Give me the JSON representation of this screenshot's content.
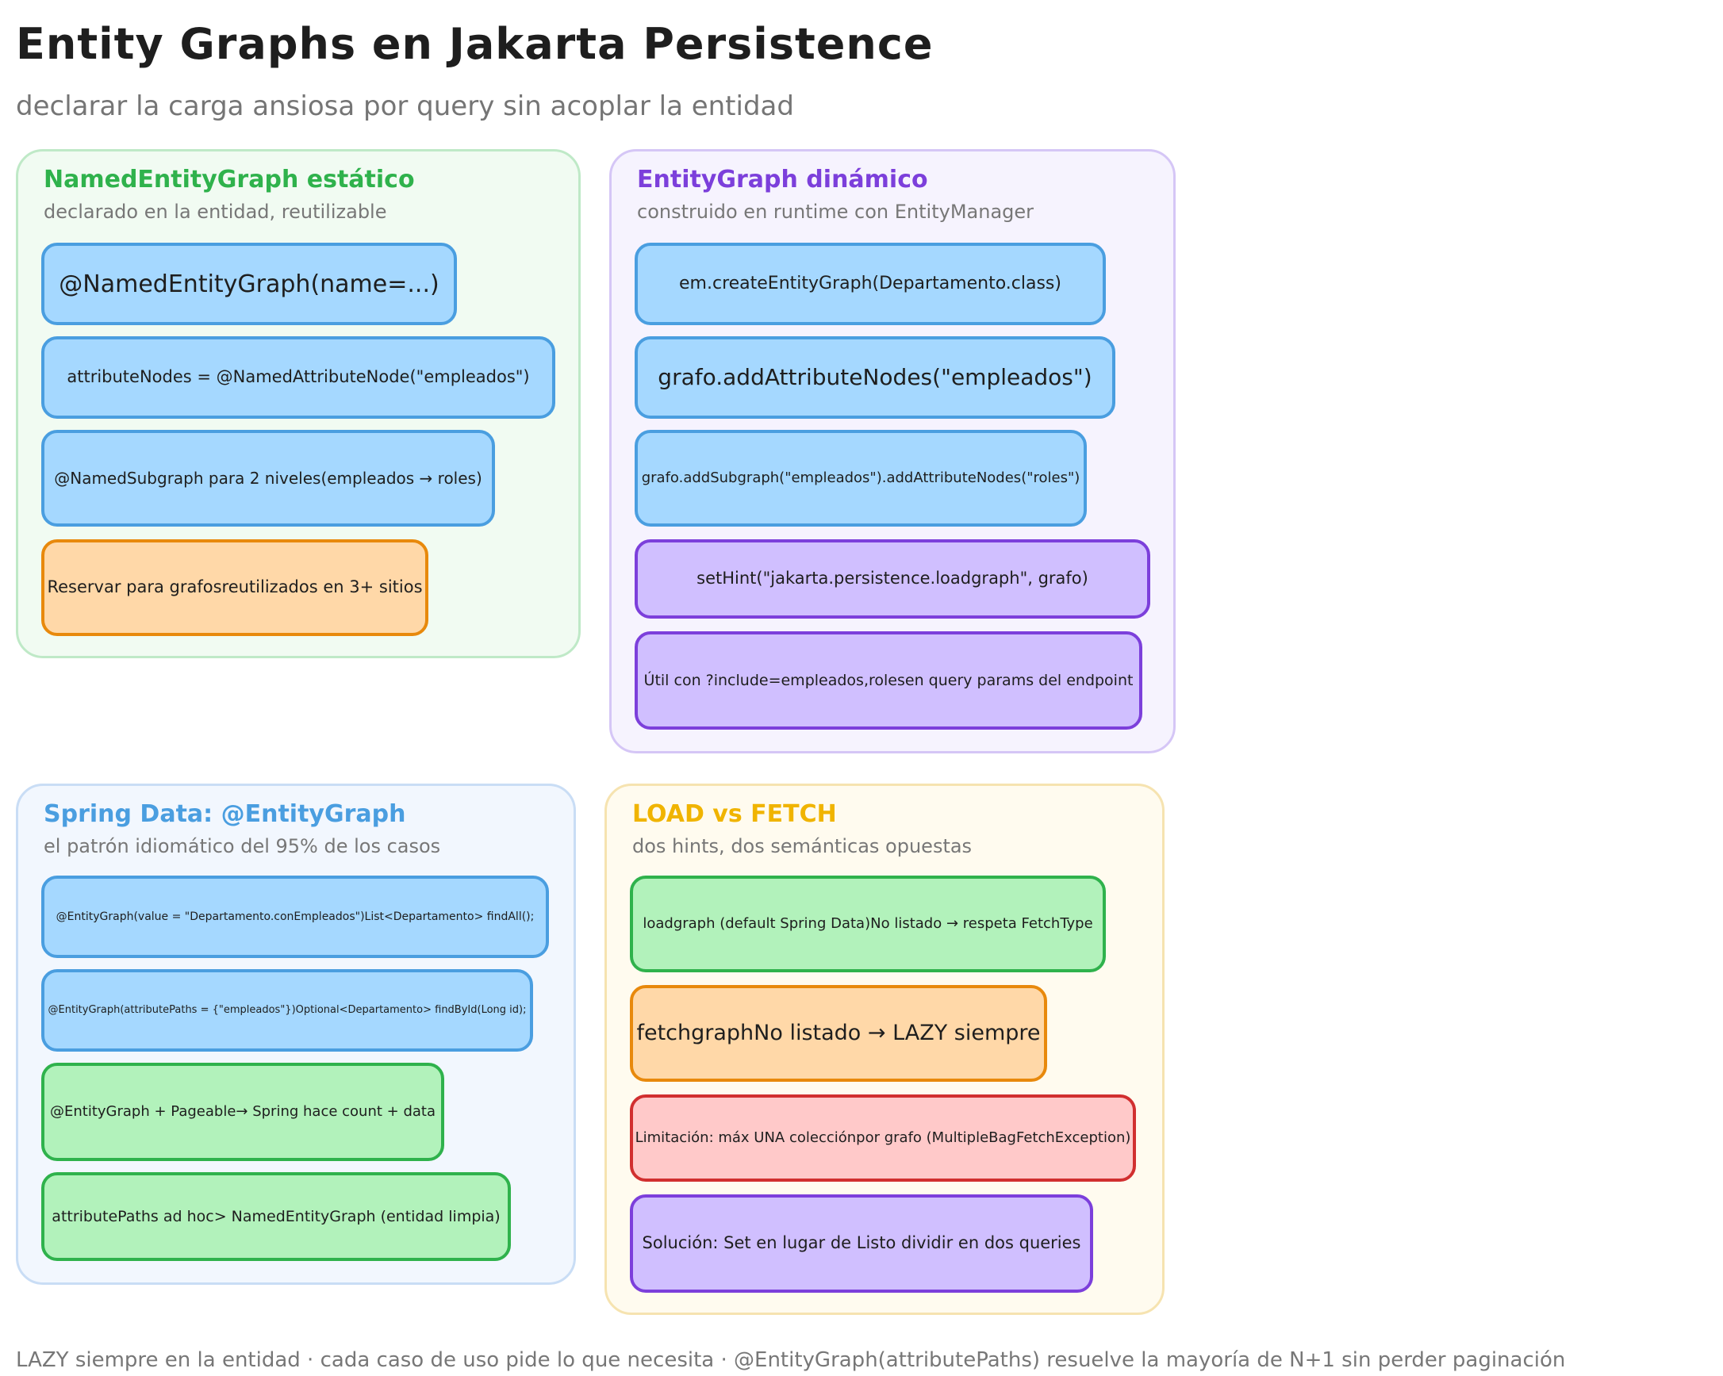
{
  "title": "Entity Graphs en Jakarta Persistence",
  "subtitle": "declarar la carga ansiosa por query sin acoplar la entidad",
  "colors": {
    "green_head": "#2fb24c",
    "purple_head": "#7c3fdb",
    "blue_head": "#4a9ee0",
    "yellow_head": "#f0b400"
  },
  "panels": [
    {
      "title": "NamedEntityGraph estático",
      "desc": "declarado en la entidad, reutilizable",
      "cards": [
        {
          "lines": [
            "@NamedEntityGraph(name=...)"
          ]
        },
        {
          "lines": [
            "attributeNodes = @NamedAttributeNode(\"empleados\")"
          ]
        },
        {
          "lines": [
            "@NamedSubgraph para 2 niveles",
            "(empleados → roles)"
          ]
        },
        {
          "lines": [
            "Reservar para grafos",
            "reutilizados en 3+ sitios"
          ]
        }
      ]
    },
    {
      "title": "EntityGraph dinámico",
      "desc": "construido en runtime con EntityManager",
      "cards": [
        {
          "lines": [
            "em.createEntityGraph(Departamento.class)"
          ]
        },
        {
          "lines": [
            "grafo.addAttributeNodes(\"empleados\")"
          ]
        },
        {
          "lines": [
            "grafo.addSubgraph(\"empleados\")",
            ".addAttributeNodes(\"roles\")"
          ]
        },
        {
          "lines": [
            "setHint(\"jakarta.persistence.loadgraph\", grafo)"
          ]
        },
        {
          "lines": [
            "Útil con ?include=empleados,roles",
            "en query params del endpoint"
          ]
        }
      ]
    },
    {
      "title": "Spring Data: @EntityGraph",
      "desc": "el patrón idiomático del 95% de los casos",
      "cards": [
        {
          "lines": [
            "@EntityGraph(value = \"Departamento.conEmpleados\")",
            "List<Departamento> findAll();"
          ]
        },
        {
          "lines": [
            "@EntityGraph(attributePaths = {\"empleados\"})",
            "Optional<Departamento> findById(Long id);"
          ]
        },
        {
          "lines": [
            "@EntityGraph + Pageable",
            "→ Spring hace count + data"
          ]
        },
        {
          "lines": [
            "attributePaths ad hoc",
            "> NamedEntityGraph (entidad limpia)"
          ]
        }
      ]
    },
    {
      "title": "LOAD vs FETCH",
      "desc": "dos hints, dos semánticas opuestas",
      "cards": [
        {
          "lines": [
            "loadgraph (default Spring Data)",
            "No listado → respeta FetchType"
          ]
        },
        {
          "lines": [
            "fetchgraph",
            "No listado → LAZY siempre"
          ]
        },
        {
          "lines": [
            "Limitación: máx UNA colección",
            "por grafo (MultipleBagFetchException)"
          ]
        },
        {
          "lines": [
            "Solución: Set en lugar de List",
            "o dividir en dos queries"
          ]
        }
      ]
    }
  ],
  "footer": "LAZY siempre en la entidad · cada caso de uso pide lo que necesita · @EntityGraph(attributePaths) resuelve la mayoría de N+1 sin perder paginación"
}
